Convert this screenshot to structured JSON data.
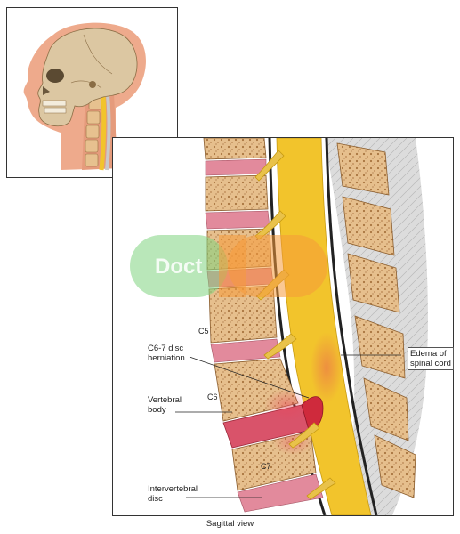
{
  "labels": {
    "disc_herniation": [
      "C6-7 disc",
      "herniation"
    ],
    "vertebral_body": [
      "Vertebral",
      "body"
    ],
    "intervertebral_disc": [
      "Intervertebral",
      "disc"
    ],
    "edema": [
      "Edema of",
      "spinal cord"
    ],
    "c5": "C5",
    "c6": "C6",
    "c7": "C7"
  },
  "caption": "Sagittal view",
  "watermark": "Doct",
  "colors": {
    "bone": "#e7c18f",
    "disc": "#e28a9c",
    "spinal_cord": "#f2c42c",
    "nerve": "#e9c24a",
    "soft_tissue": "#d8d8d8",
    "herniation": "#cf2a3c",
    "skin": "#eeaa8c"
  },
  "icons": [
    "skull-icon",
    "watermark-logo-icon"
  ]
}
